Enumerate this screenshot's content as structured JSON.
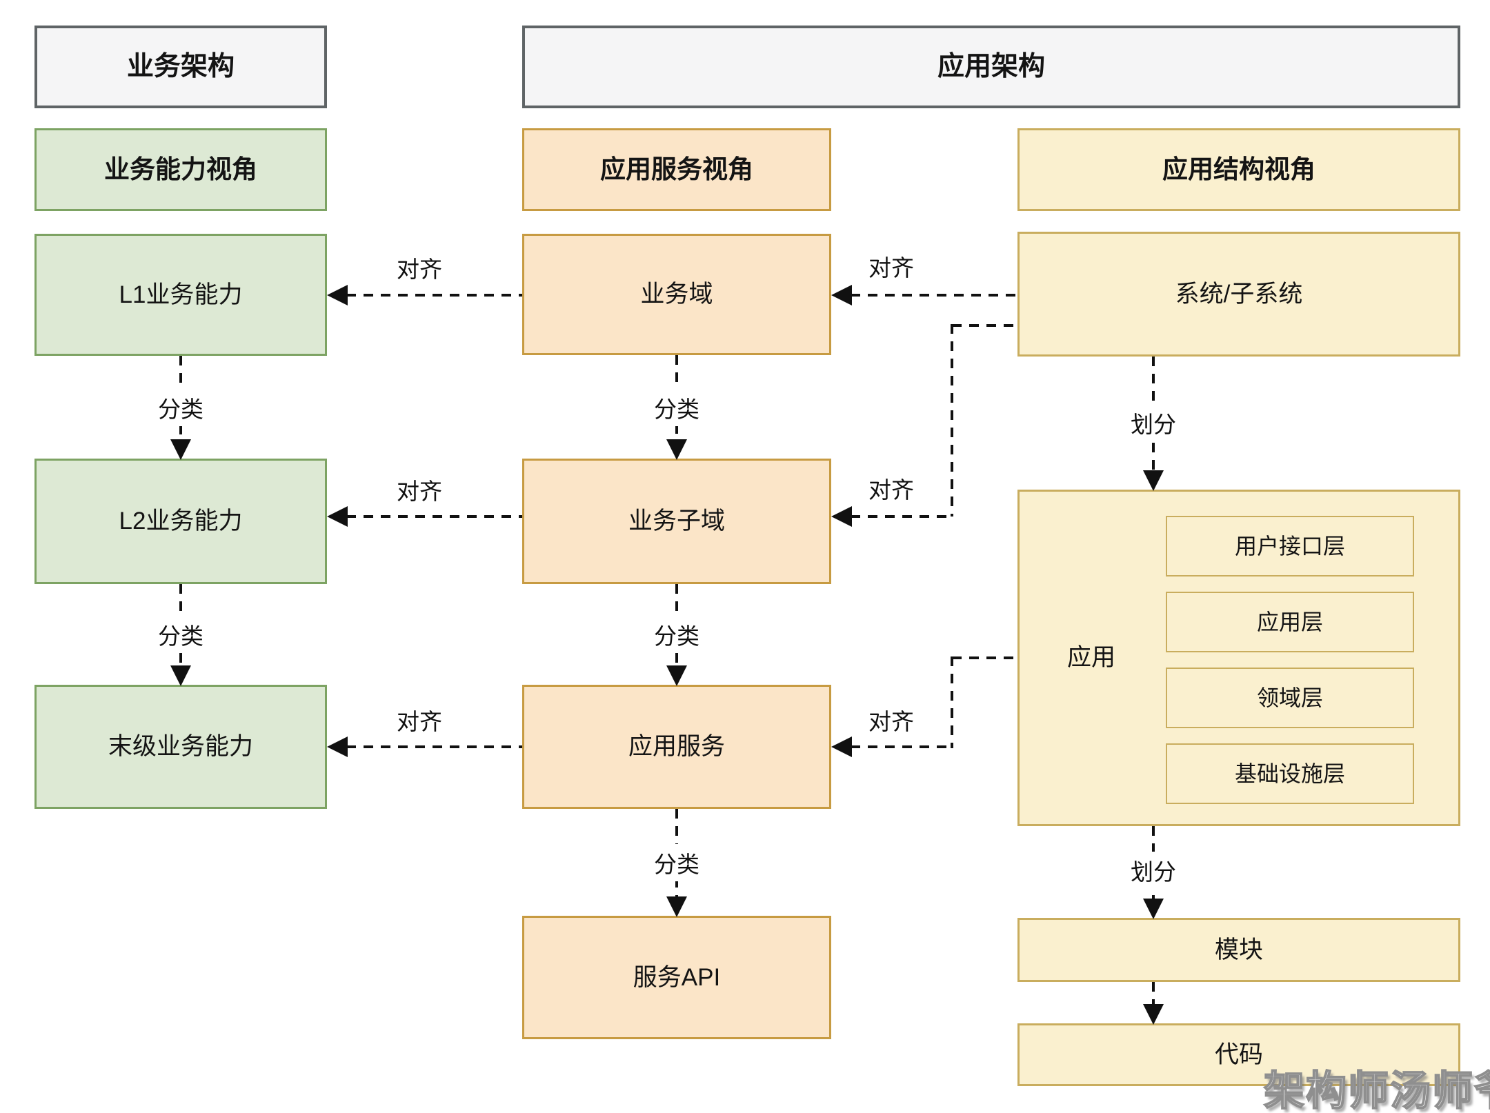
{
  "headers": {
    "business": "业务架构",
    "application": "应用架构"
  },
  "business_capability_view": {
    "view_header": "业务能力视角",
    "capability_l1": "L1业务能力",
    "capability_l2": "L2业务能力",
    "capability_leaf": "末级业务能力"
  },
  "application_service_view": {
    "view_header": "应用服务视角",
    "business_domain": "业务域",
    "business_subdomain": "业务子域",
    "application_service": "应用服务",
    "service_api": "服务API"
  },
  "application_structure_view": {
    "view_header": "应用结构视角",
    "system": "系统/子系统",
    "application": "应用",
    "layers": {
      "ui": "用户接口层",
      "app": "应用层",
      "domain": "领域层",
      "infra": "基础设施层"
    },
    "module": "模块",
    "code": "代码"
  },
  "edge_labels": {
    "align": "对齐",
    "classify": "分类",
    "partition": "划分"
  },
  "watermark": "架构师汤师爷",
  "colors": {
    "grey-fill": "#f5f5f6",
    "grey-border": "#5f6466",
    "green-fill": "#dde9d4",
    "green-border": "#7da363",
    "peach-fill": "#fbe5c8",
    "peach-border": "#c79b42",
    "yellow-fill": "#faf0cf",
    "yellow-border": "#c9ad5e",
    "line": "#111111",
    "text": "#141414",
    "page": "#ffffff"
  }
}
